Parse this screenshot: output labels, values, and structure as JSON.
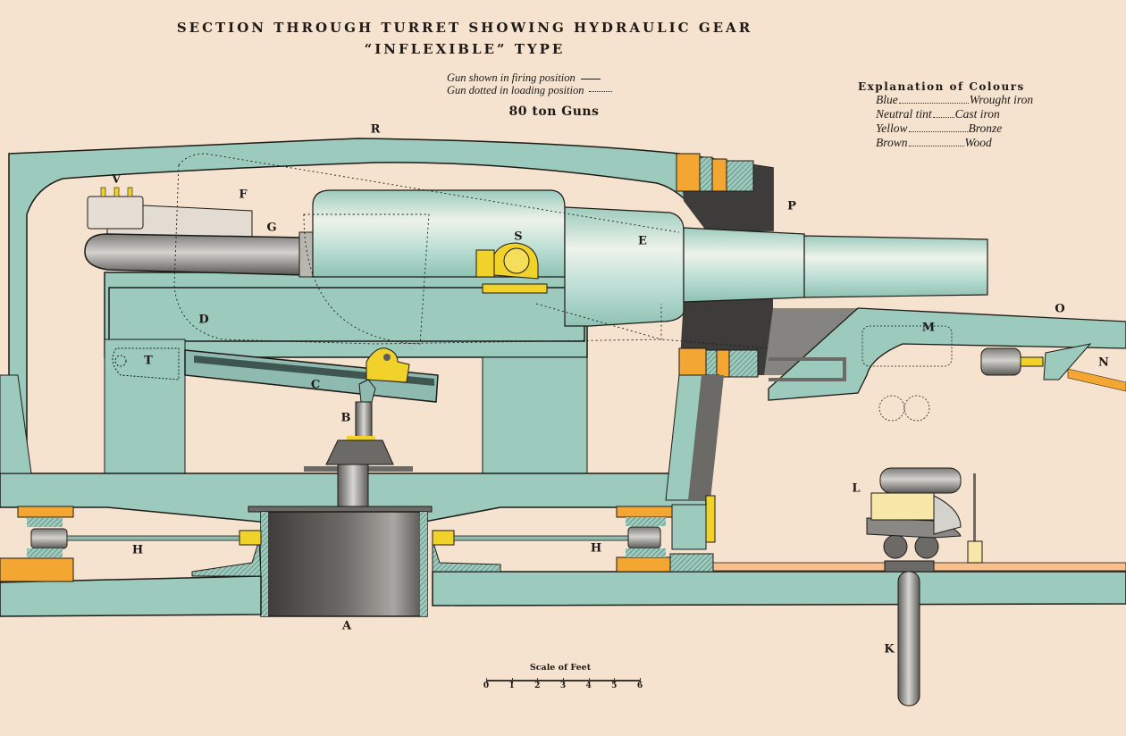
{
  "title": {
    "line1": "SECTION THROUGH TURRET SHOWING HYDRAULIC GEAR",
    "line2": "“INFLEXIBLE” TYPE"
  },
  "notes": {
    "firing": "Gun shown in firing position",
    "loading": "Gun dotted in loading position"
  },
  "subtitle": "80 ton Guns",
  "legend": {
    "title": "Explanation of Colours",
    "items": [
      {
        "colour": "Blue",
        "material": "Wrought iron",
        "swatch": "#9ccbbd"
      },
      {
        "colour": "Neutral tint",
        "material": "Cast iron",
        "swatch": "#6b6b6b"
      },
      {
        "colour": "Yellow",
        "material": "Bronze",
        "swatch": "#f0d22a"
      },
      {
        "colour": "Brown",
        "material": "Wood",
        "swatch": "#f4a632"
      }
    ]
  },
  "labels": {
    "R": "R",
    "V": "V",
    "F": "F",
    "G": "G",
    "S": "S",
    "E": "E",
    "P": "P",
    "D": "D",
    "T": "T",
    "C": "C",
    "B": "B",
    "M": "M",
    "O": "O",
    "N": "N",
    "H_left": "H",
    "H_right": "H",
    "A": "A",
    "L": "L",
    "K": "K"
  },
  "scale": {
    "title": "Scale of Feet",
    "ticks": [
      "0",
      "1",
      "2",
      "3",
      "4",
      "5",
      "6"
    ]
  },
  "colors": {
    "paper": "#f6e3cf",
    "wrought_iron": "#9ccbbd",
    "cast_iron": "#5f5d5a",
    "bronze": "#f0d22a",
    "wood": "#f4a632",
    "ink": "#1d1a17"
  }
}
